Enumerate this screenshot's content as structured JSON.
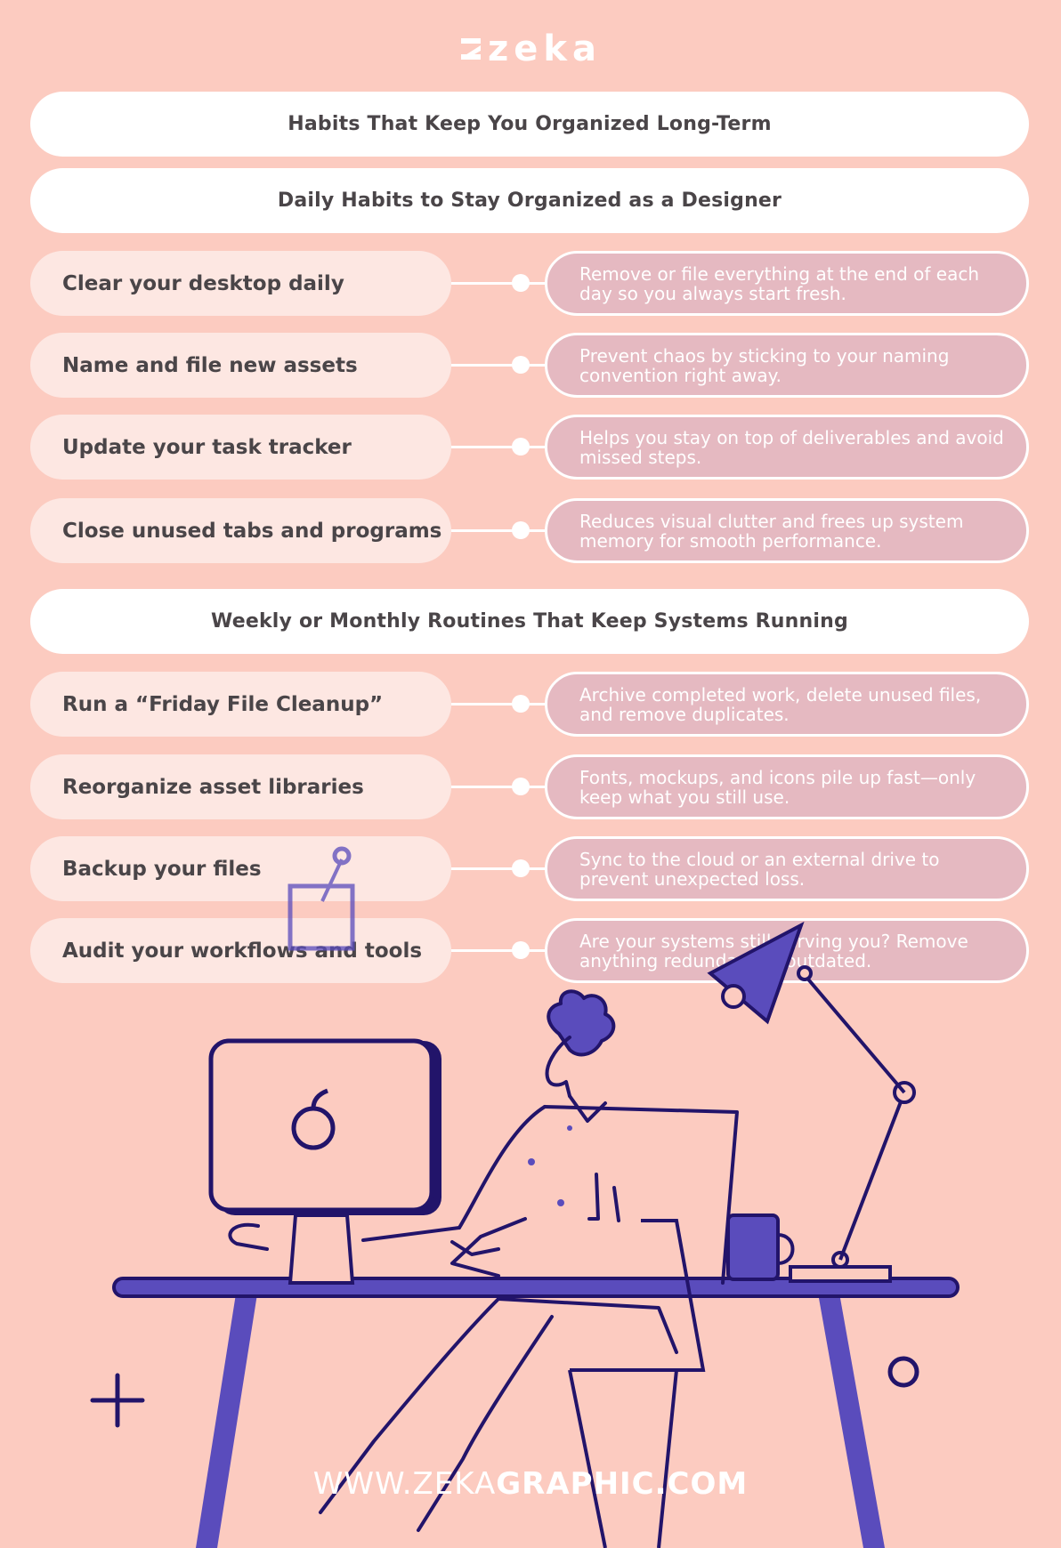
{
  "logo": {
    "text": "zeka"
  },
  "title": "Habits That Keep You Organized Long-Term",
  "daily": {
    "heading": "Daily Habits to Stay Organized as a Designer",
    "items": [
      {
        "habit": "Clear your desktop daily",
        "desc": " Remove or file everything at the end of each day so you always start fresh."
      },
      {
        "habit": "Name and file new assets",
        "desc": " Prevent chaos by sticking to your naming convention right away."
      },
      {
        "habit": "Update your task tracker",
        "desc": "Helps you stay on top of deliverables and avoid missed steps."
      },
      {
        "habit": "Close unused tabs and programs",
        "desc": "Reduces visual clutter and frees up system memory for smooth performance."
      }
    ]
  },
  "weekly": {
    "heading": "Weekly or Monthly Routines That Keep Systems Running",
    "items": [
      {
        "habit": "Run a “Friday File Cleanup”",
        "desc": "Archive completed work, delete unused files, and remove duplicates."
      },
      {
        "habit": "Reorganize asset libraries",
        "desc": "Fonts, mockups, and icons pile up fast—only keep what you still use."
      },
      {
        "habit": "Backup your files",
        "desc": "Sync to the cloud or an external drive to prevent unexpected loss."
      },
      {
        "habit": "Audit your workflows and tools",
        "desc": "Are your systems still serving you? Remove anything redundant or outdated."
      }
    ]
  },
  "footer": {
    "url_prefix": "WWW.ZEKA",
    "url_suffix": "GRAPHIC.COM"
  },
  "colors": {
    "background": "#fccbc0",
    "accent_purple": "#5a4cbc",
    "outline_navy": "#22146a",
    "header_pill": "#ffffff",
    "habit_pill": "#fde7e2",
    "desc_pill": "#e5b9c1",
    "text_dark": "#4a4548"
  },
  "icons": [
    "zeka-logo-icon",
    "computer-monitor-icon",
    "apple-logo-icon",
    "desk-lamp-icon",
    "coffee-mug-icon",
    "plus-icon",
    "circle-icon",
    "sticky-note-icon"
  ]
}
